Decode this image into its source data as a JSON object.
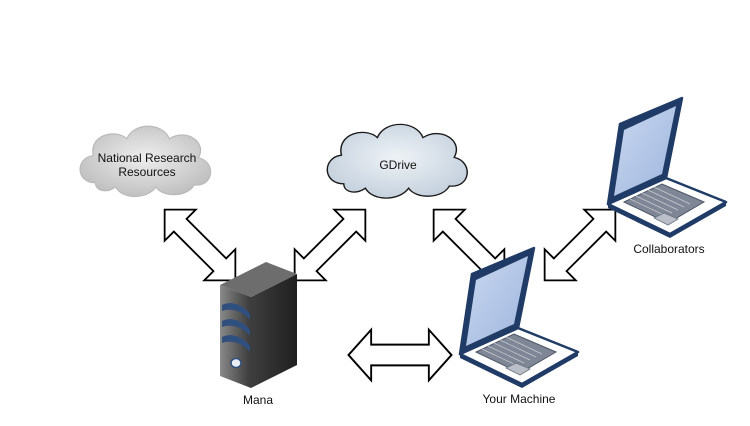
{
  "nodes": {
    "national_research": {
      "line1": "National Research",
      "line2": "Resources",
      "icon": "cloud-icon",
      "style": "gray"
    },
    "gdrive": {
      "label": "GDrive",
      "icon": "cloud-icon",
      "style": "blue"
    },
    "mana": {
      "label": "Mana",
      "icon": "server-icon"
    },
    "your_machine": {
      "label": "Your Machine",
      "icon": "laptop-icon"
    },
    "collaborators": {
      "label": "Collaborators",
      "icon": "laptop-icon"
    }
  },
  "connections": [
    {
      "from": "national_research",
      "to": "mana",
      "direction": "bidirectional"
    },
    {
      "from": "gdrive",
      "to": "mana",
      "direction": "bidirectional"
    },
    {
      "from": "gdrive",
      "to": "your_machine",
      "direction": "bidirectional"
    },
    {
      "from": "collaborators",
      "to": "your_machine",
      "direction": "bidirectional"
    },
    {
      "from": "mana",
      "to": "your_machine",
      "direction": "bidirectional"
    }
  ],
  "colors": {
    "cloud_gray": "#c9c9c9",
    "cloud_blue": "#cdd9e4",
    "laptop_outline": "#1f3b66",
    "laptop_screen": "#b5c8e8",
    "server_body": "#4a4a4a",
    "server_stripe": "#2f4f7f",
    "arrow_fill": "#ffffff",
    "arrow_stroke": "#000000"
  }
}
